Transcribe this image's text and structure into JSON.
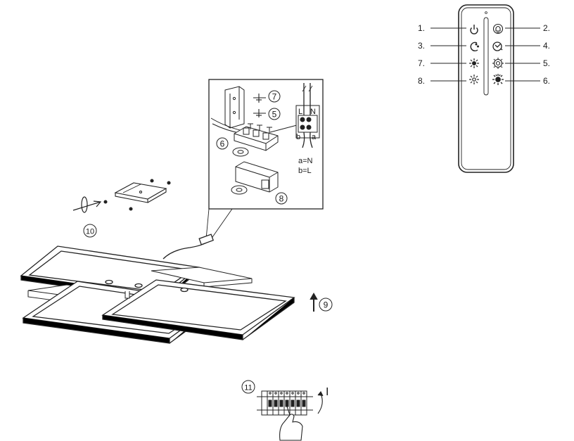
{
  "remote": {
    "buttons": [
      {
        "number": "1.",
        "icon": "power-icon"
      },
      {
        "number": "2.",
        "icon": "bulb-cycle-icon"
      },
      {
        "number": "3.",
        "icon": "moon-night-icon"
      },
      {
        "number": "4.",
        "icon": "timer-icon"
      },
      {
        "number": "7.",
        "icon": "brightness-up-icon"
      },
      {
        "number": "5.",
        "icon": "color-temperature-icon"
      },
      {
        "number": "8.",
        "icon": "brightness-down-icon"
      },
      {
        "number": "6.",
        "icon": "full-brightness-icon"
      }
    ]
  },
  "steps": {
    "s5": "5",
    "s6": "6",
    "s7": "7",
    "s8": "8",
    "s9": "9",
    "s10": "10",
    "s11": "11"
  },
  "wiring": {
    "terminal_left": "L",
    "terminal_right": "N",
    "wire_left": "b",
    "wire_right": "a",
    "legend_a": "a=N",
    "legend_b": "b=L"
  },
  "breaker": {
    "on_mark": "I"
  },
  "icons": [
    "screwdriver-icon",
    "ceiling-lamp-icon",
    "mounting-bracket-icon",
    "power-supply-icon",
    "circuit-breaker-icon",
    "hand-icon",
    "arrow-up-icon"
  ]
}
